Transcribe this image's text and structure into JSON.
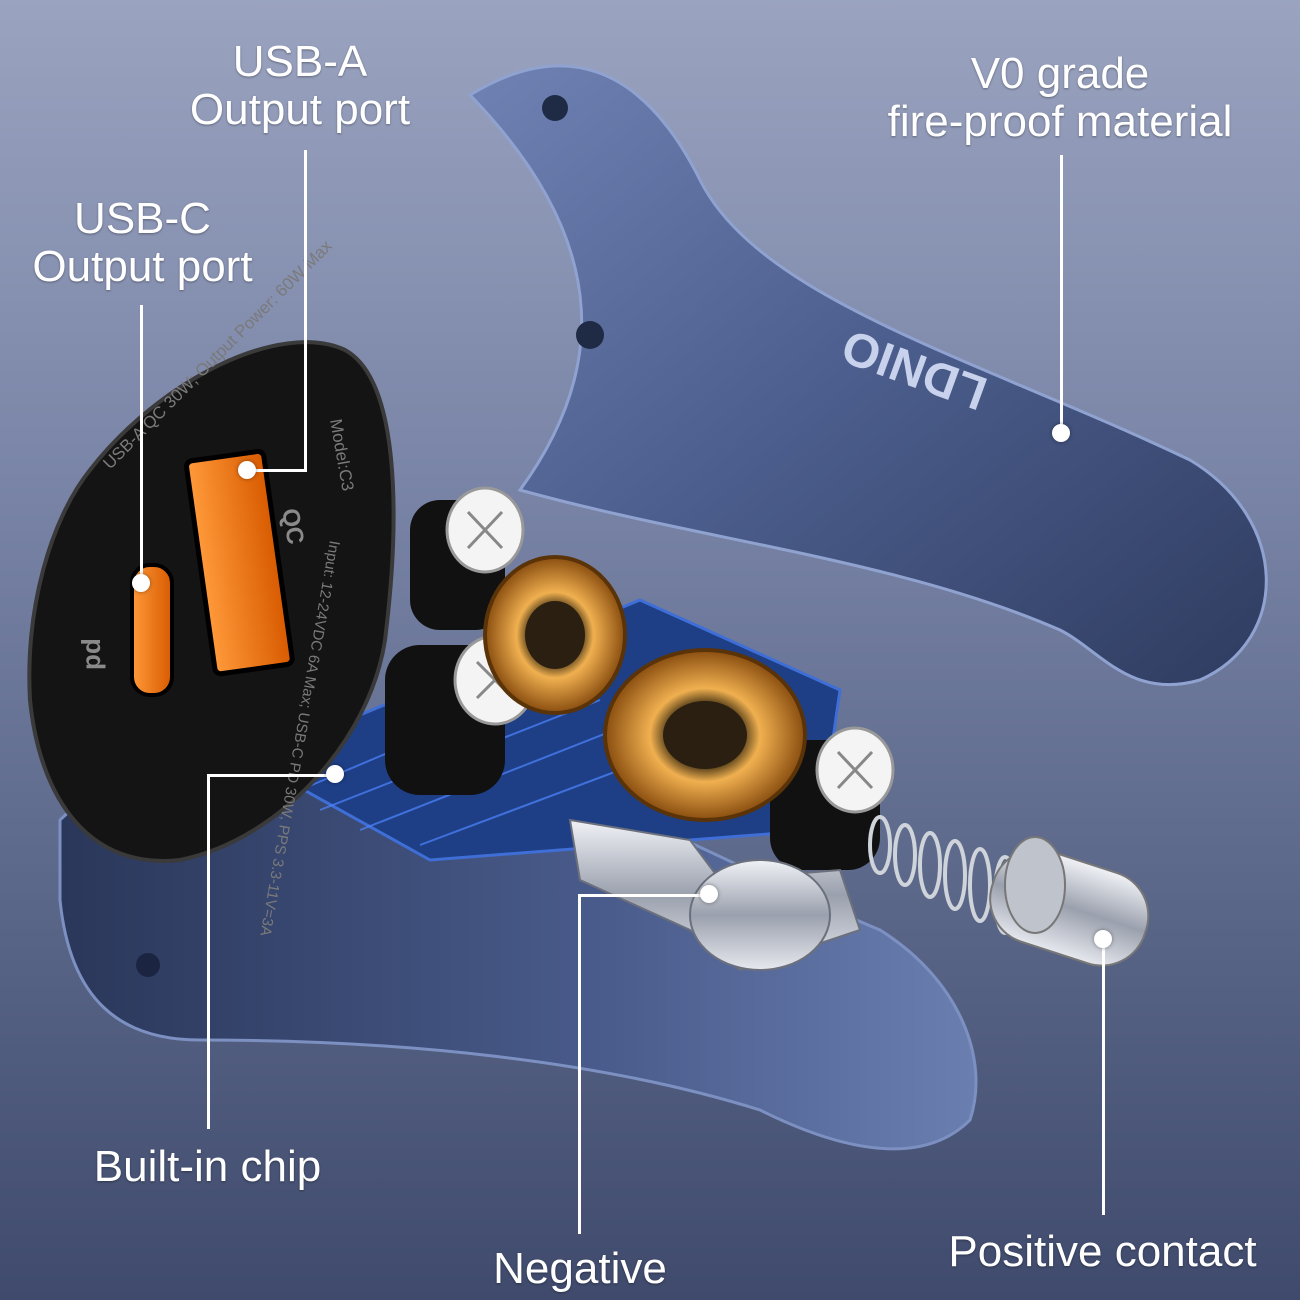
{
  "labels": {
    "usb_a": {
      "line1": "USB-A",
      "line2": "Output port"
    },
    "usb_c": {
      "line1": "USB-C",
      "line2": "Output port"
    },
    "v0": {
      "line1": "V0 grade",
      "line2": "fire-proof material"
    },
    "chip": {
      "line1": "Built-in chip"
    },
    "negative": {
      "line1": "Negative"
    },
    "positive": {
      "line1": "Positive contact"
    }
  },
  "faceplate_text": {
    "arc": "USB-A QC 30W; Output Power: 60W Max",
    "model": "Model:C3",
    "input": "Input: 12-24VDC 6A Max; USB-C PD 30W, PPS 3.3-11V=3A",
    "brand": "LDNIO",
    "pd_mark": "pd",
    "qc_mark": "QC"
  },
  "colors": {
    "shell": "#4b5d8c",
    "faceplate": "#141414",
    "port_orange": "#ff7a1a",
    "coil_copper": "#d98a2a"
  }
}
